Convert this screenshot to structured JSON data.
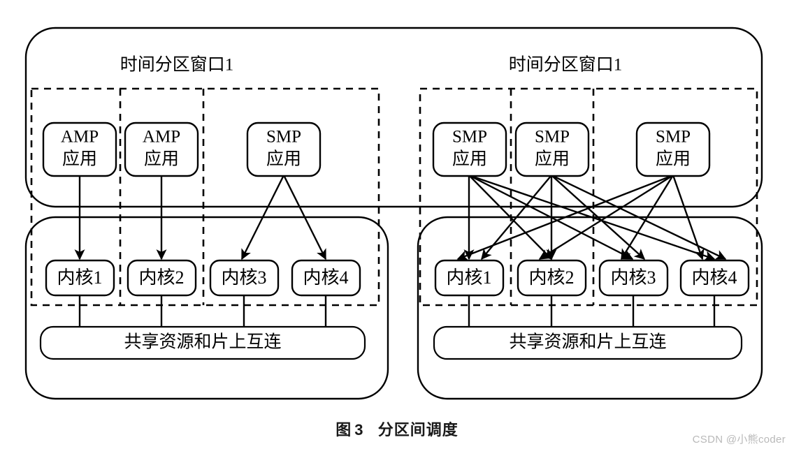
{
  "figure": {
    "caption_prefix": "图",
    "caption_number": "3",
    "caption_title": "分区间调度",
    "watermark": "CSDN @小熊coder",
    "bg_color": "#ffffff",
    "stroke_color": "#000000"
  },
  "windows": [
    {
      "id": "left",
      "title": "时间分区窗口1"
    },
    {
      "id": "right",
      "title": "时间分区窗口1"
    }
  ],
  "left_group": {
    "window_title": "时间分区窗口1",
    "apps": [
      {
        "type": "AMP",
        "line1": "AMP",
        "line2": "应用"
      },
      {
        "type": "AMP",
        "line1": "AMP",
        "line2": "应用"
      },
      {
        "type": "SMP",
        "line1": "SMP",
        "line2": "应用"
      }
    ],
    "cores": [
      {
        "label": "内核1"
      },
      {
        "label": "内核2"
      },
      {
        "label": "内核3"
      },
      {
        "label": "内核4"
      }
    ],
    "bus_label": "共享资源和片上互连",
    "mappings": [
      {
        "app": 0,
        "cores": [
          0
        ]
      },
      {
        "app": 1,
        "cores": [
          1
        ]
      },
      {
        "app": 2,
        "cores": [
          2,
          3
        ]
      }
    ]
  },
  "right_group": {
    "window_title": "时间分区窗口1",
    "apps": [
      {
        "type": "SMP",
        "line1": "SMP",
        "line2": "应用"
      },
      {
        "type": "SMP",
        "line1": "SMP",
        "line2": "应用"
      },
      {
        "type": "SMP",
        "line1": "SMP",
        "line2": "应用"
      }
    ],
    "cores": [
      {
        "label": "内核1"
      },
      {
        "label": "内核2"
      },
      {
        "label": "内核3"
      },
      {
        "label": "内核4"
      }
    ],
    "bus_label": "共享资源和片上互连",
    "mappings": [
      {
        "app": 0,
        "cores": [
          0,
          1,
          2,
          3
        ]
      },
      {
        "app": 1,
        "cores": [
          0,
          1,
          2,
          3
        ]
      },
      {
        "app": 2,
        "cores": [
          0,
          1,
          2,
          3
        ]
      }
    ]
  }
}
